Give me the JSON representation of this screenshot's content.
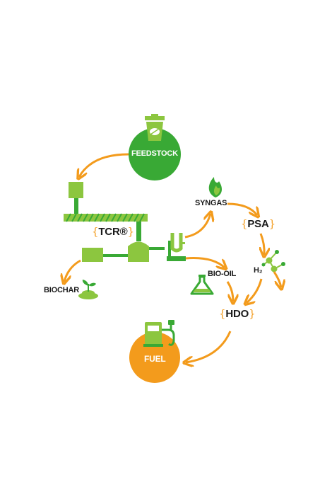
{
  "nodes": {
    "feedstock": "FEEDSTOCK",
    "syngas": "SYNGAS",
    "psa": "PSA",
    "tcr": "TCR®",
    "h2": "H₂",
    "bio_oil": "BIO-OIL",
    "biochar": "BIOCHAR",
    "hdo": "HDO",
    "fuel": "FUEL"
  },
  "brace_open": "{",
  "brace_close": "}",
  "colors": {
    "orange": "#f39b1c",
    "green": "#8cc63f",
    "dark_green": "#39a935",
    "text": "#1a1a1a"
  },
  "icons": [
    "recycle-bin-leaf-icon",
    "flame-icon",
    "molecule-icon",
    "flask-icon",
    "sprout-icon",
    "fuel-pump-icon"
  ]
}
